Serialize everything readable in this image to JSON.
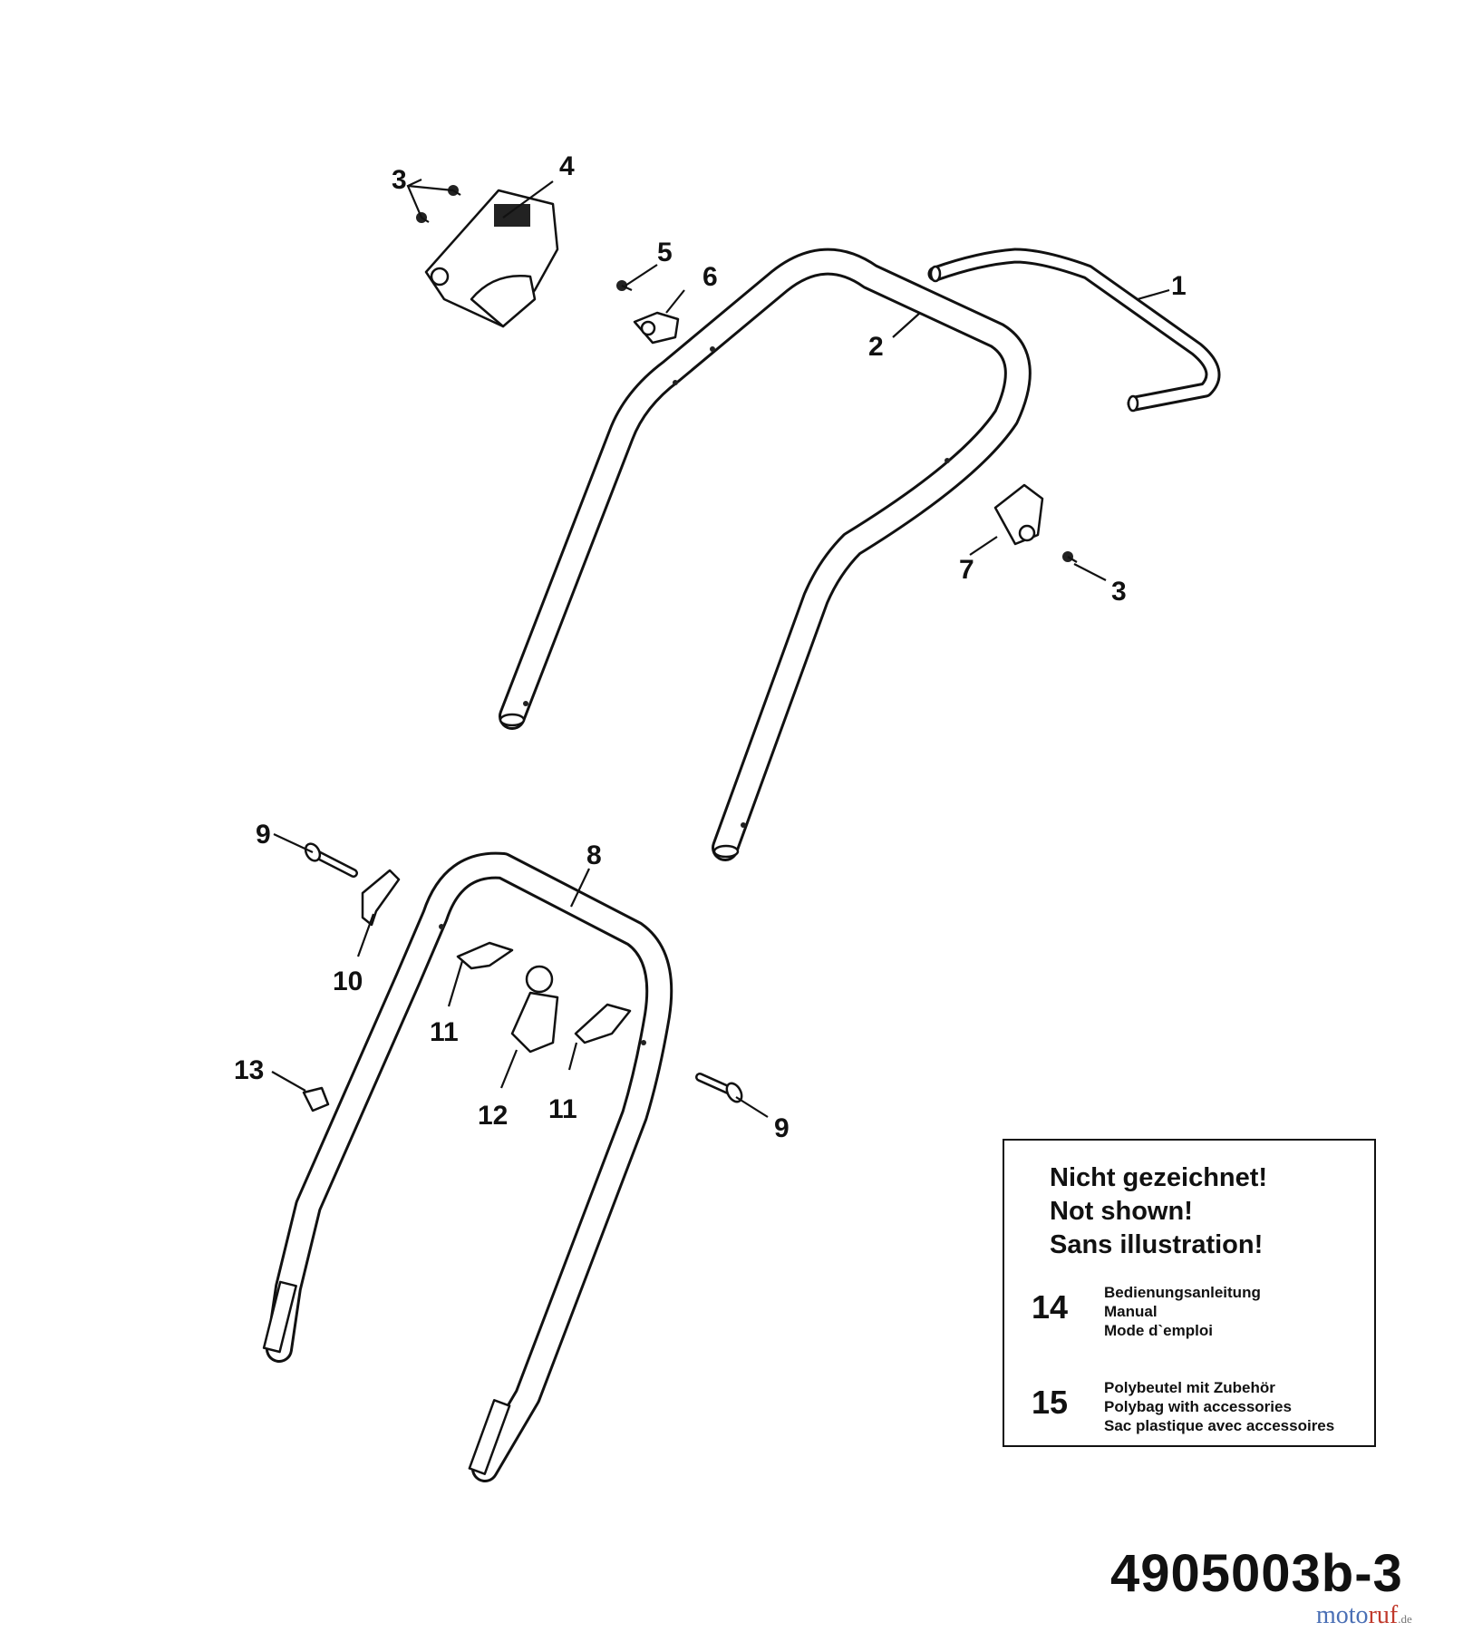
{
  "callouts": {
    "c1": "1",
    "c2": "2",
    "c3a": "3",
    "c3b": "3",
    "c4": "4",
    "c5": "5",
    "c6": "6",
    "c7": "7",
    "c8": "8",
    "c9a": "9",
    "c9b": "9",
    "c10": "10",
    "c11a": "11",
    "c11b": "11",
    "c12": "12",
    "c13": "13"
  },
  "not_shown": {
    "heading": [
      "Nicht gezeichnet!",
      "Not shown!",
      "Sans illustration!"
    ],
    "items": [
      {
        "number": "14",
        "lines": [
          "Bedienungsanleitung",
          "Manual",
          "Mode d`emploi"
        ]
      },
      {
        "number": "15",
        "lines": [
          "Polybeutel mit Zubehör",
          "Polybag with accessories",
          "Sac plastique avec accessoires"
        ]
      }
    ]
  },
  "diagram_number": "4905003b-3",
  "watermark": {
    "part1": "moto",
    "part2": "ruf",
    "suffix": ".de"
  }
}
